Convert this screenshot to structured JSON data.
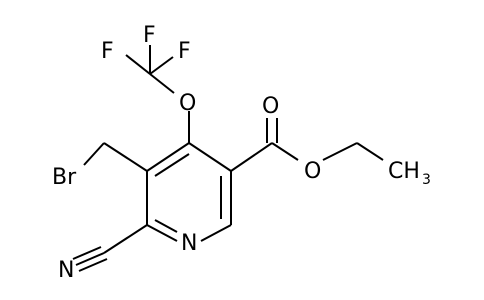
{
  "molecule": {
    "atoms": {
      "F1": "F",
      "F2": "F",
      "F3": "F",
      "O_ether": "O",
      "O_carbonyl": "O",
      "O_ester": "O",
      "Br": "Br",
      "N_ring": "N",
      "N_nitrile": "N",
      "CH3_C": "CH",
      "CH3_sub": "3"
    }
  }
}
